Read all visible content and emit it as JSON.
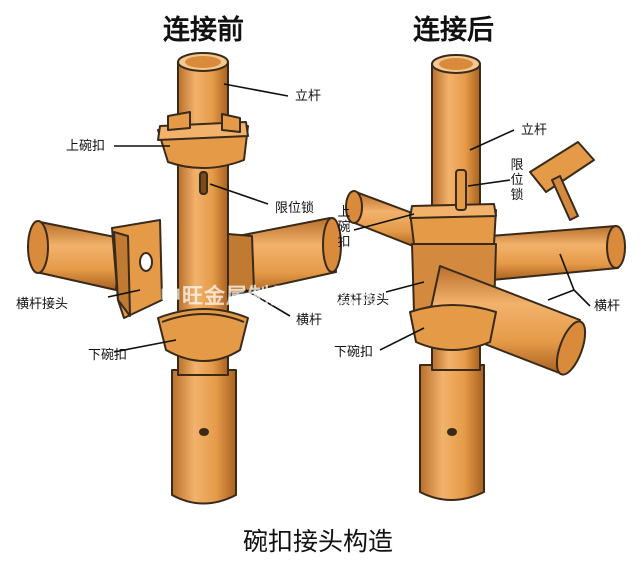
{
  "headings": {
    "before": "连接前",
    "after": "连接后"
  },
  "labels_before": {
    "vertical_pole": "立杆",
    "upper_bowl": "上碗扣",
    "limit_pin": "限位锁",
    "ledger_joint": "横杆接头",
    "ledger": "横杆",
    "lower_bowl": "下碗扣"
  },
  "labels_after": {
    "vertical_pole": "立杆",
    "limit_pin": "限位锁",
    "upper_bowl": "上碗扣",
    "ledger_joint": "横杆接头",
    "ledger": "横杆",
    "lower_bowl": "下碗扣"
  },
  "watermark": "中旺金属制品有限公司",
  "caption": "碗扣接头构造",
  "colors": {
    "pipe": "#e59a48",
    "outline": "#3a2a1a",
    "shadow": "#b86f2a",
    "highlight": "#f4b878"
  }
}
